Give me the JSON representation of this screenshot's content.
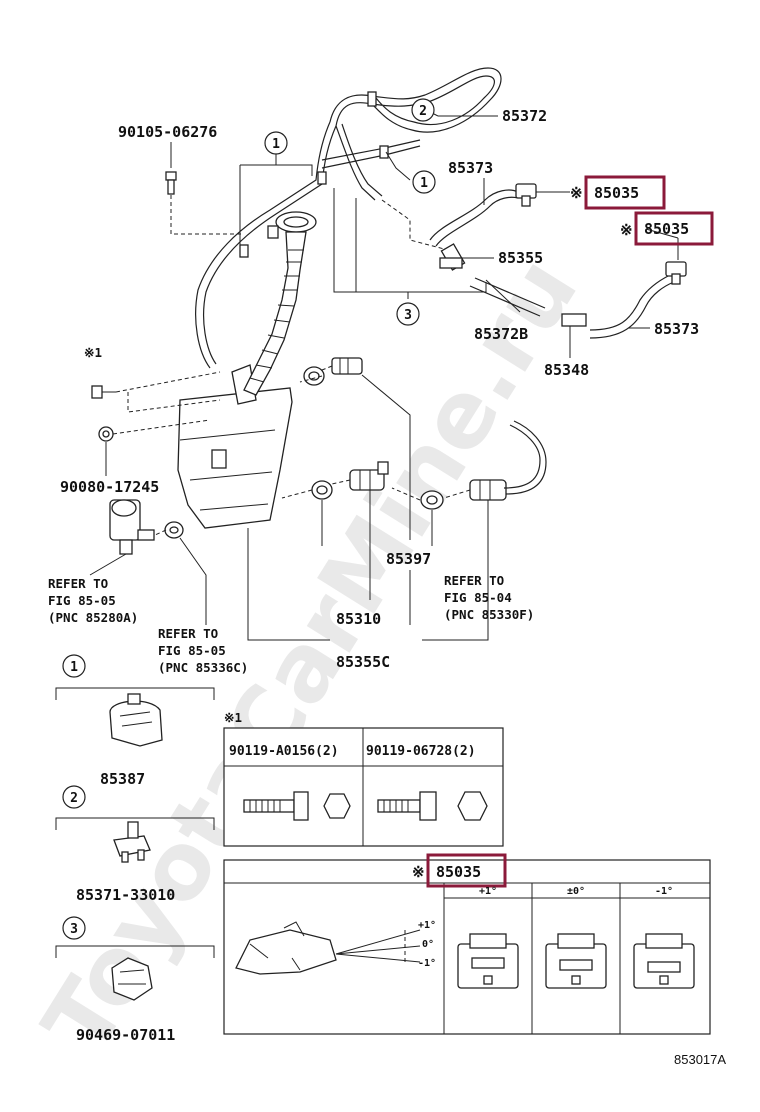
{
  "watermark": "ToyotaCarMine.ru",
  "diagram_id": "853017A",
  "callouts": {
    "c1": "1",
    "c2": "2",
    "c3": "3",
    "ref_mark": "※",
    "ref_mark_1": "※1"
  },
  "parts": {
    "p90105": "90105-06276",
    "p85372": "85372",
    "p85373_top": "85373",
    "p85035_a": "85035",
    "p85035_b": "85035",
    "p85355": "85355",
    "p85372b": "85372B",
    "p85373_right": "85373",
    "p85348": "85348",
    "p90080": "90080-17245",
    "p85397": "85397",
    "p85310": "85310",
    "p85355c": "85355C"
  },
  "references": {
    "left": [
      "REFER TO",
      "FIG 85-05",
      "(PNC 85280A)"
    ],
    "center": [
      "REFER TO",
      "FIG 85-05",
      "(PNC 85336C)"
    ],
    "right": [
      "REFER TO",
      "FIG 85-04",
      "(PNC 85330F)"
    ]
  },
  "legend": {
    "item1_num": "1",
    "item1_part": "85387",
    "item2_num": "2",
    "item2_part": "85371-33010",
    "item3_num": "3",
    "item3_part": "90469-07011"
  },
  "bolt_table": {
    "mark": "※1",
    "col1": "90119-A0156(2)",
    "col2": "90119-06728(2)"
  },
  "nozzle_table": {
    "mark": "※",
    "part": "85035",
    "headers": [
      "+1°",
      "±0°",
      "-1°"
    ],
    "angles": [
      "+1°",
      "0°",
      "-1°"
    ]
  },
  "colors": {
    "highlight": "#8b1a3a",
    "line": "#222222",
    "watermark": "#e9e9e9"
  }
}
